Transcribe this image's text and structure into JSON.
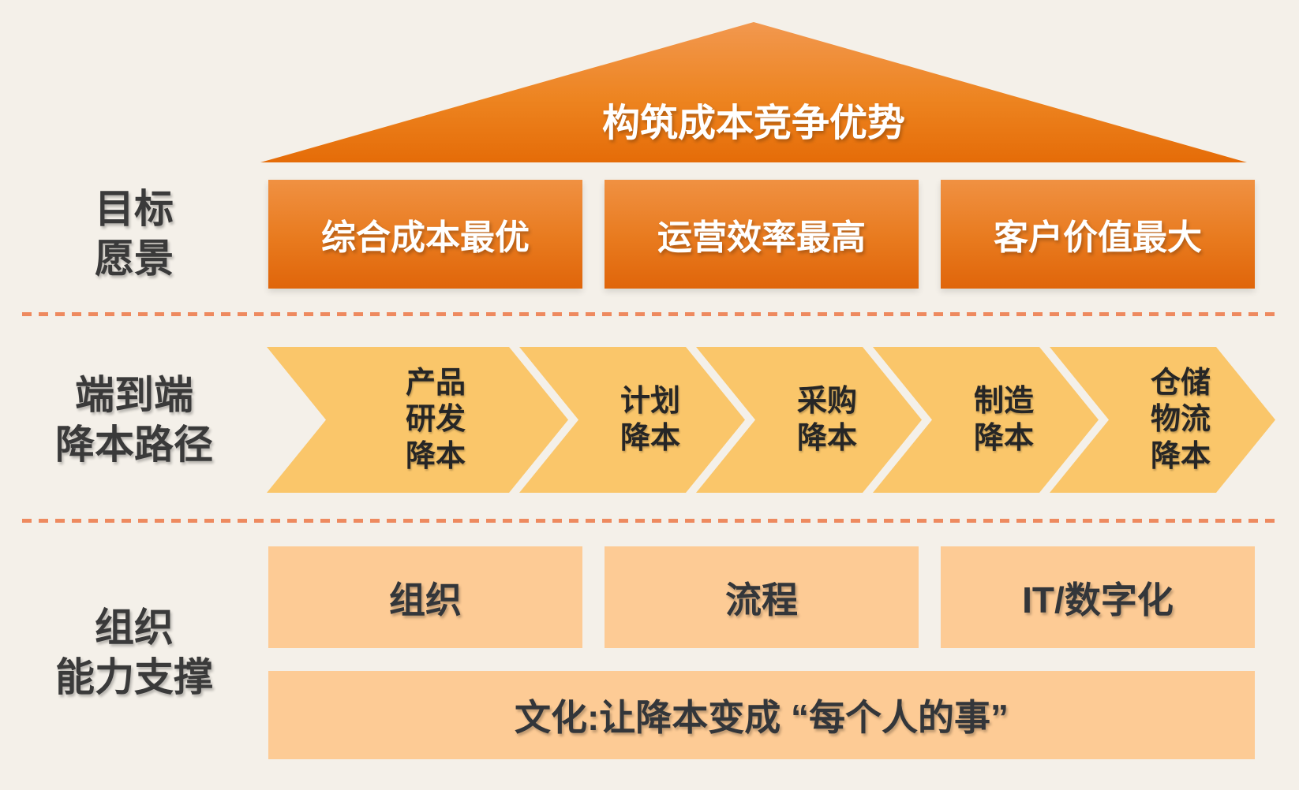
{
  "roof": {
    "title": "构筑成本竞争优势"
  },
  "goals": {
    "label": "目标\n愿景",
    "boxes": [
      "综合成本最优",
      "运营效率最高",
      "客户价值最大"
    ]
  },
  "path": {
    "label": "端到端\n降本路径",
    "chevrons": [
      "产品\n研发\n降本",
      "计划\n降本",
      "采购\n降本",
      "制造\n降本",
      "仓储\n物流\n降本"
    ]
  },
  "support": {
    "label": "组织\n能力支撑",
    "boxes": [
      "组织",
      "流程",
      "IT/数字化"
    ],
    "culture": "文化:让降本变成 “每个人的事”"
  },
  "colors": {
    "background": "#F4F0E9",
    "roof_gradient_top": "#F2984F",
    "roof_gradient_bottom": "#E56C08",
    "goal_box_gradient_top": "#F09142",
    "goal_box_gradient_bottom": "#E0650A",
    "chevron_fill": "#FAC66A",
    "support_fill": "#FDCB95",
    "dashed_divider": "#EE8A5F",
    "label_text": "#3A3A3A",
    "chevron_text": "#262626",
    "box_text_white": "#FFFFFF"
  }
}
